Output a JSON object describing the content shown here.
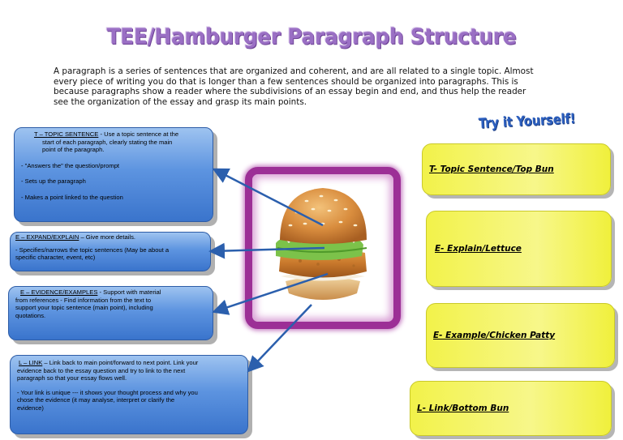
{
  "title": "TEE/Hamburger Paragraph Structure",
  "intro": [
    "A paragraph is a series of sentences that are organized and coherent, and are all related to a single topic. Almost",
    "every piece of writing you do that is longer than a few sentences should be organized into paragraphs. This is",
    "because paragraphs show a reader where the subdivisions of an essay begin and end, and thus help the reader",
    "see the organization of the essay and grasp its main points."
  ],
  "try_it": "Try it Yourself!",
  "topic": {
    "heading": "T – TOPIC SENTENCE",
    "lines": [
      " - Use a topic sentence at the",
      "start of each paragraph, clearly stating the main",
      "point of the paragraph."
    ],
    "bullets": [
      "- \"Answers the\" the question/prompt",
      "- Sets up the paragraph",
      "- Makes a point linked to the question"
    ]
  },
  "expand": {
    "heading": "E – EXPAND/EXPLAIN",
    "lead": " – Give more details.",
    "lines": [
      "- Specifies/narrows the topic sentences (May be about a",
      "specific character, event, etc)"
    ]
  },
  "evidence": {
    "heading": "E – EVIDENCE/EXAMPLES",
    "lead": " - Support with material",
    "lines": [
      "from references - Find information from the text to",
      "support your topic sentence (main point), including",
      "quotations."
    ]
  },
  "link": {
    "heading": "L – LINK",
    "lead": " – Link back to main point/forward to next point. Link your",
    "lines": [
      "evidence back to the essay question and try to link to the next",
      "paragraph so that your essay flows well."
    ],
    "lines2": [
      "- Your link is unique --- it shows your thought process and why you",
      "chose the evidence (it may analyse, interpret or clarify the",
      "evidence)"
    ]
  },
  "yellow": {
    "t": "T- Topic Sentence/Top Bun",
    "e1": "E- Explain/Lettuce",
    "e2": "E- Example/Chicken Patty",
    "l": "L- Link/Bottom Bun"
  },
  "colors": {
    "title": "#9a6fc4",
    "frame": "#9c2f96",
    "blue_box": "#5d94e0",
    "yellow_box": "#f2f24a",
    "arrow": "#2b5fad"
  }
}
